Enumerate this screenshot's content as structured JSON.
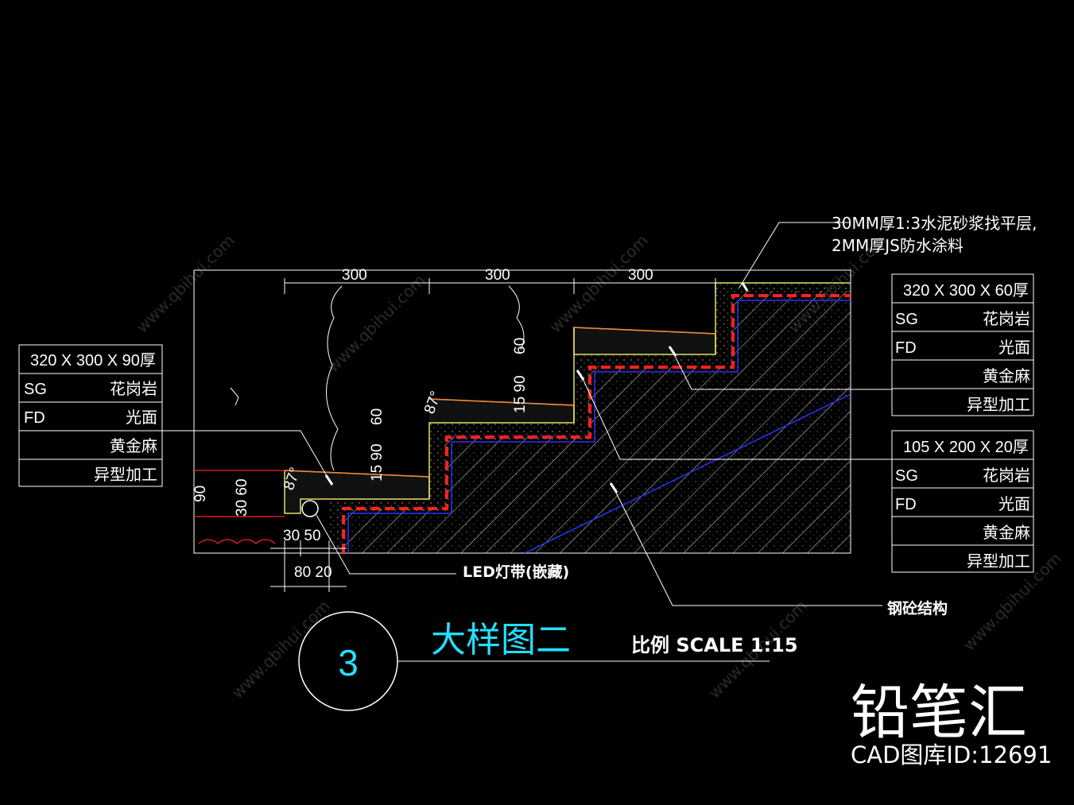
{
  "drawing": {
    "title": "大样图二",
    "scale_label": "比例 SCALE  1:15",
    "detail_number": "3",
    "colors": {
      "background": "#000000",
      "outline": "#ffffff",
      "stone": "#e8e060",
      "waterproof": "#ff2020",
      "rebar": "#2a33ff",
      "title": "#22e0ff"
    }
  },
  "annotations": {
    "mortar_line1": "30MM厚1:3水泥砂浆找平层,",
    "mortar_line2": "2MM厚JS防水涂料",
    "led": "LED灯带(嵌藏)",
    "structure": "钢砼结构"
  },
  "dimensions": {
    "top": [
      "300",
      "300",
      "300"
    ],
    "v60a": "60",
    "v1590a": "15 90",
    "v60b": "60",
    "v1590b": "15 90",
    "v90": "90",
    "v3060": "30 60",
    "angle1": "87°",
    "angle2": "87°",
    "bottom_3050": "30 50",
    "bottom_8020": "80 20"
  },
  "tables": {
    "left": {
      "title": "320 X 300 X 90厚",
      "rows": [
        {
          "code": "SG",
          "value": "花岗岩"
        },
        {
          "code": "FD",
          "value": "光面"
        },
        {
          "code": "",
          "value": "黄金麻"
        },
        {
          "code": "",
          "value": "异型加工"
        }
      ]
    },
    "right_top": {
      "title": "320 X 300 X 60厚",
      "rows": [
        {
          "code": "SG",
          "value": "花岗岩"
        },
        {
          "code": "FD",
          "value": "光面"
        },
        {
          "code": "",
          "value": "黄金麻"
        },
        {
          "code": "",
          "value": "异型加工"
        }
      ]
    },
    "right_bottom": {
      "title": "105 X 200 X 20厚",
      "rows": [
        {
          "code": "SG",
          "value": "花岗岩"
        },
        {
          "code": "FD",
          "value": "光面"
        },
        {
          "code": "",
          "value": "黄金麻"
        },
        {
          "code": "",
          "value": "异型加工"
        }
      ]
    }
  },
  "brand": {
    "name": "铅笔汇",
    "id_label": "CAD图库ID:12691",
    "watermark": "www.qbihui.com"
  }
}
